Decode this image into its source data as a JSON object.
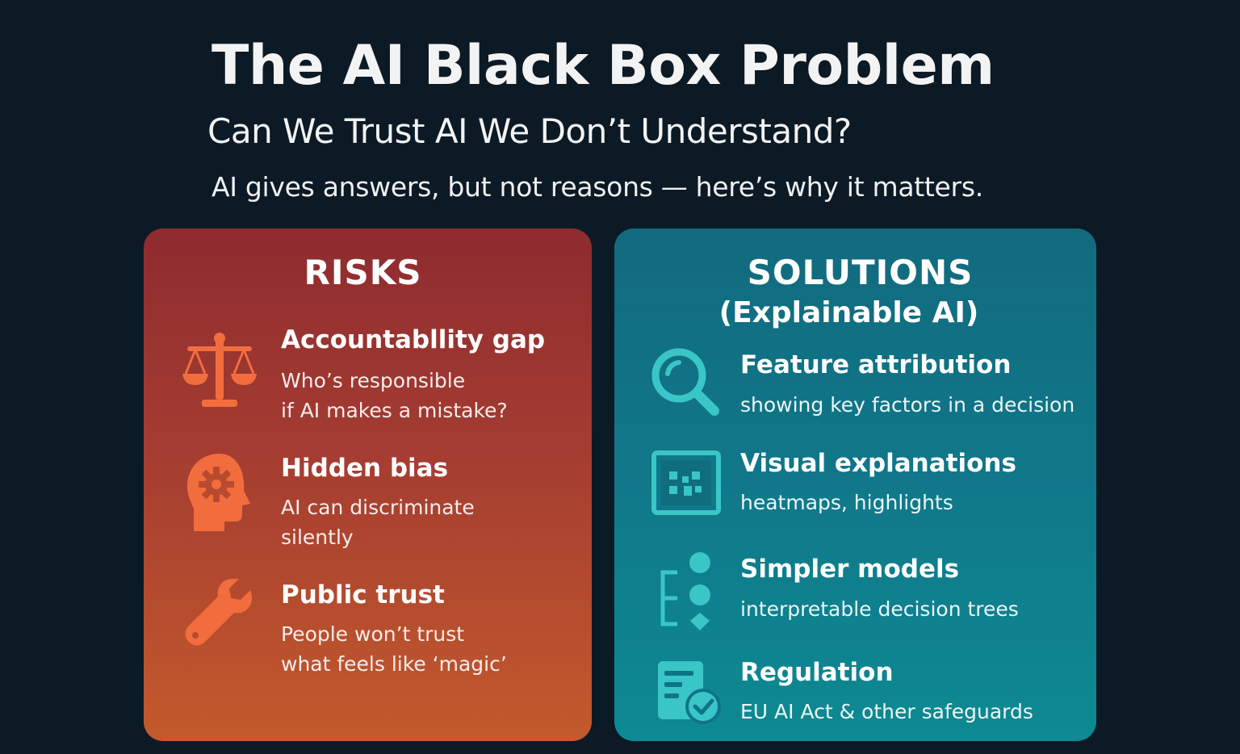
{
  "header": {
    "title": "The AI Black Box Problem",
    "subtitle": "Can We Trust AI We Don’t Understand?",
    "tagline": "AI gives answers, but not reasons — here’s why it matters."
  },
  "risks": {
    "heading": "RISKS",
    "items": [
      {
        "icon": "scales-icon",
        "title": "Accountabllity gap",
        "desc_lines": [
          "Who’s responsible",
          "if AI makes a mistake?"
        ]
      },
      {
        "icon": "head-gear-icon",
        "title": "Hidden bias",
        "desc_lines": [
          "AI can discriminate",
          "silently"
        ]
      },
      {
        "icon": "wrench-icon",
        "title": "Public trust",
        "desc_lines": [
          "People won’t trust",
          "what feels like ‘magic’"
        ]
      }
    ]
  },
  "solutions": {
    "heading": "SOLUTIONS",
    "subheading": "(Explainable AI)",
    "items": [
      {
        "icon": "magnifier-icon",
        "title": "Feature attribution",
        "desc": "showing key factors in a decision"
      },
      {
        "icon": "heatmap-icon",
        "title": "Visual explanations",
        "desc": "heatmaps, highlights"
      },
      {
        "icon": "decision-tree-icon",
        "title": "Simpler models",
        "desc": "interpretable decision trees"
      },
      {
        "icon": "document-check-icon",
        "title": "Regulation",
        "desc": "EU AI Act & other safeguards"
      }
    ]
  },
  "colors": {
    "background": "#0c1a26",
    "risk_icon": "#f26d3d",
    "solution_icon": "#3ac6c6"
  }
}
